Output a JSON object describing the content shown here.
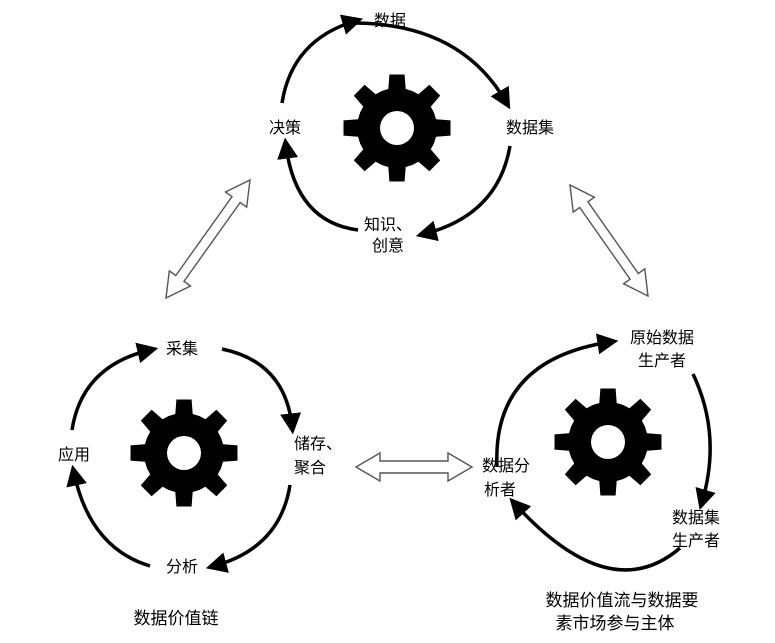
{
  "colors": {
    "ink": "#000000",
    "background": "#ffffff",
    "arrow_outline": "#555555"
  },
  "icons": [
    "gear-icon",
    "double-arrow-icon",
    "curved-arrow-icon"
  ],
  "cycles": {
    "top": {
      "nodes": {
        "data": "数据",
        "dataset": "数据集",
        "knowledge_line1": "知识、",
        "knowledge_line2": "创意",
        "decision": "决策"
      }
    },
    "left": {
      "nodes": {
        "collect": "采集",
        "store_line1": "储存、",
        "store_line2": "聚合",
        "analyze": "分析",
        "apply": "应用"
      }
    },
    "right": {
      "nodes": {
        "raw_line1": "原始数据",
        "raw_line2": "生产者",
        "dataset_prod_line1": "数据集",
        "dataset_prod_line2": "生产者",
        "analyst_line1": "数据分",
        "analyst_line2": "析者"
      }
    }
  },
  "captions": {
    "left": "数据价值链",
    "right_line1": "数据价值流与数据要",
    "right_line2": "素市场参与主体"
  }
}
